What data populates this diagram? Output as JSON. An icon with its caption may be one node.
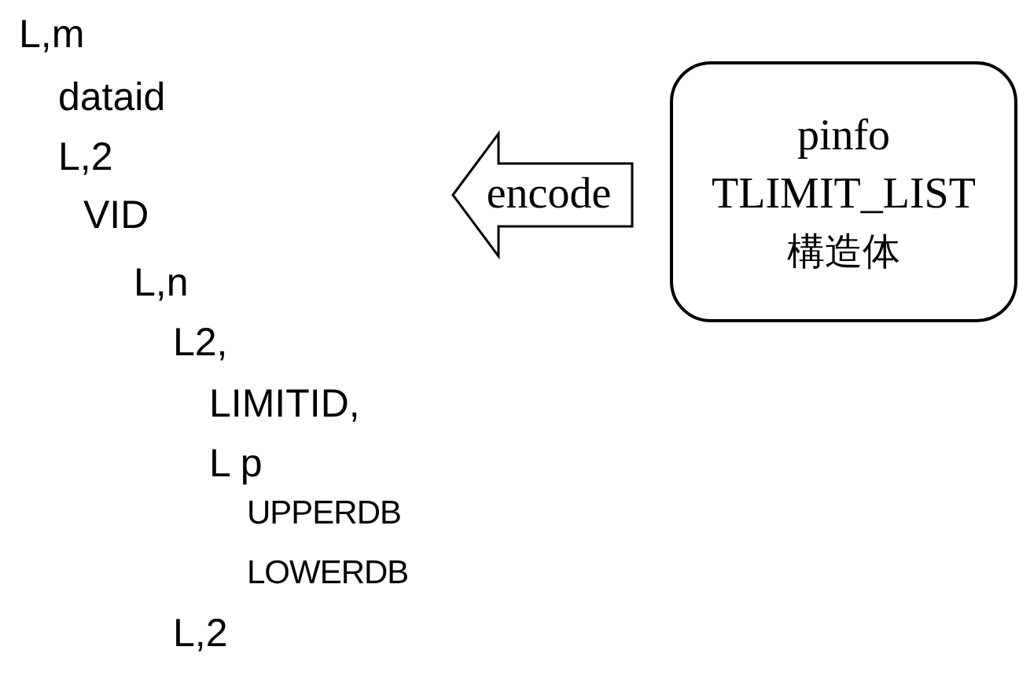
{
  "diagram": {
    "nodes": [
      {
        "text": [
          "L,m",
          "dataid",
          "L,2",
          "VID",
          "L,n",
          "L2,",
          "LIMITID,",
          "L p",
          "UPPERDB",
          "LOWERDB",
          "L,2"
        ]
      },
      {
        "text": [
          "pinfo",
          "TLIMIT_LIST",
          "構造体"
        ]
      }
    ],
    "edges": [
      {
        "from": 1,
        "to": 0,
        "arrow": "to",
        "label": "encode"
      }
    ]
  }
}
